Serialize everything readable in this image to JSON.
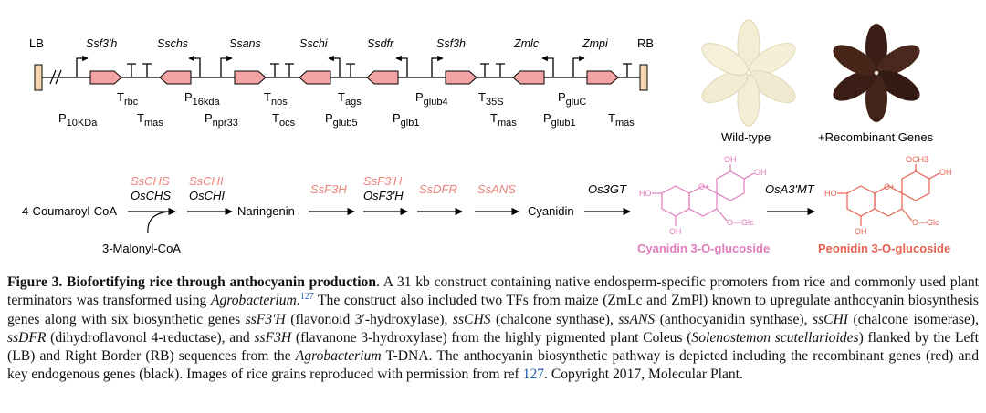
{
  "construct": {
    "border_left": "LB",
    "border_right": "RB",
    "genes": [
      "Ssf3'h",
      "Sschs",
      "Ssans",
      "Sschi",
      "Ssdfr",
      "Ssf3h",
      "Zmlc",
      "Zmpi"
    ],
    "labels": [
      {
        "base": "T",
        "sub": "rbc"
      },
      {
        "base": "P",
        "sub": "16kda"
      },
      {
        "base": "T",
        "sub": "nos"
      },
      {
        "base": "T",
        "sub": "ags"
      },
      {
        "base": "P",
        "sub": "glub4"
      },
      {
        "base": "T",
        "sub": "35S"
      },
      {
        "base": "P",
        "sub": "gluC"
      },
      {
        "base": "P",
        "sub": "10KDa"
      },
      {
        "base": "T",
        "sub": "mas"
      },
      {
        "base": "P",
        "sub": "npr33"
      },
      {
        "base": "T",
        "sub": "ocs"
      },
      {
        "base": "P",
        "sub": "glub5"
      },
      {
        "base": "P",
        "sub": "glb1"
      },
      {
        "base": "T",
        "sub": "mas"
      },
      {
        "base": "P",
        "sub": "glub1"
      },
      {
        "base": "T",
        "sub": "mas"
      }
    ]
  },
  "grains": {
    "wildtype_label": "Wild-type",
    "recombinant_label": "+Recombinant Genes"
  },
  "pathway": {
    "substrate": "4-Coumaroyl-CoA",
    "cosubstrate": "3-Malonyl-CoA",
    "step1_red": "SsCHS",
    "step1_black": "OsCHS",
    "step2_red": "SsCHI",
    "step2_black": "OsCHI",
    "naringenin": "Naringenin",
    "step3_red": "SsF3H",
    "step4_red": "SsF3'H",
    "step4_black": "OsF3'H",
    "step5_red": "SsDFR",
    "step6_red": "SsANS",
    "cyanidin": "Cyanidin",
    "step7_black": "Os3GT",
    "step8_black": "OsA3'MT",
    "product1": "Cyanidin 3-O-glucoside",
    "product2": "Peonidin 3-O-glucoside",
    "struct_oh": "OH",
    "struct_ho": "HO",
    "struct_oplus": "O+",
    "struct_oglc": "O—Glc",
    "struct_och3": "OCH3"
  },
  "caption": {
    "title": "Figure 3. Biofortifying rice through anthocyanin production",
    "body1": ". A 31 kb construct containing native endosperm-specific promoters from rice and commonly used plant terminators was transformed using ",
    "agro1": "Agrobacterium",
    "body2": ".",
    "ref_sup": "127",
    "body3": " The construct also included two TFs from maize (ZmLc and ZmPl) known to upregulate anthocyanin biosynthesis genes along with six biosynthetic genes ",
    "g1": "ssF3′H",
    "d1": " (flavonoid 3′-hydroxylase), ",
    "g2": "ssCHS",
    "d2": " (chalcone synthase), ",
    "g3": "ssANS",
    "d3": " (anthocyanidin synthase), ",
    "g4": "ssCHI",
    "d4": " (chalcone isomerase), ",
    "g5": "ssDFR",
    "d5": " (dihydroflavonol 4-reductase), and ",
    "g6": "ssF3H",
    "d6": " (flavanone 3-hydroxylase) from the highly pigmented plant Coleus (",
    "species": "Solenostemon scutellarioides",
    "d7": ") flanked by the Left (LB) and Right Border (RB) sequences from the ",
    "agro2": "Agrobacterium",
    "d8": " T-DNA. The anthocyanin biosynthetic pathway is depicted including the recombinant genes (red) and key endogenous genes (black). Images of rice grains reproduced with permission from ref ",
    "ref2": "127",
    "d9": ". Copyright 2017, Molecular Plant."
  },
  "colors": {
    "gene_fill": "#f4a3a3",
    "border_fill": "#f7d7b0",
    "enzyme_red": "#e8837a",
    "cyanidin_pink": "#e27bbd",
    "peonidin_red": "#e8604f",
    "wild_grain": "#f4edd4",
    "recombinant_grain": "#3b1f17",
    "link_blue": "#1f5fb0"
  }
}
